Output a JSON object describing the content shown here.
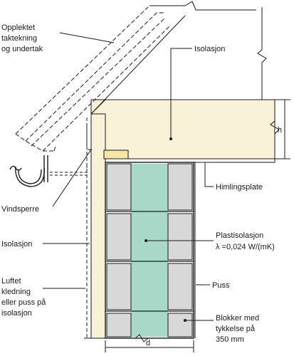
{
  "labels": {
    "roof_cover_line1": "Opplektet",
    "roof_cover_line2": "taktekning",
    "roof_cover_line3": "og undertak",
    "insulation_top": "Isolasjon",
    "height": "h",
    "ceiling_board": "Himlingsplate",
    "wind_barrier": "Vindsperre",
    "insulation_side": "Isolasjon",
    "plastic_insulation": "Plastisolasjon",
    "lambda": "λ =0,024 W/(mK)",
    "plaster": "Puss",
    "ventilated_line1": "Luftet",
    "ventilated_line2": "kledning",
    "ventilated_line3": "eller puss på",
    "ventilated_line4": "isolasjon",
    "blocks_line1": "Blokker med",
    "blocks_line2": "tykkelse på",
    "blocks_line3": "350 mm",
    "thickness": "d"
  },
  "colors": {
    "insulation": "#f8f1d8",
    "plastic_insulation": "#a8d8c8",
    "block": "#d8d8d8",
    "plate": "#f5e6a8",
    "line": "#1a1a1a"
  }
}
